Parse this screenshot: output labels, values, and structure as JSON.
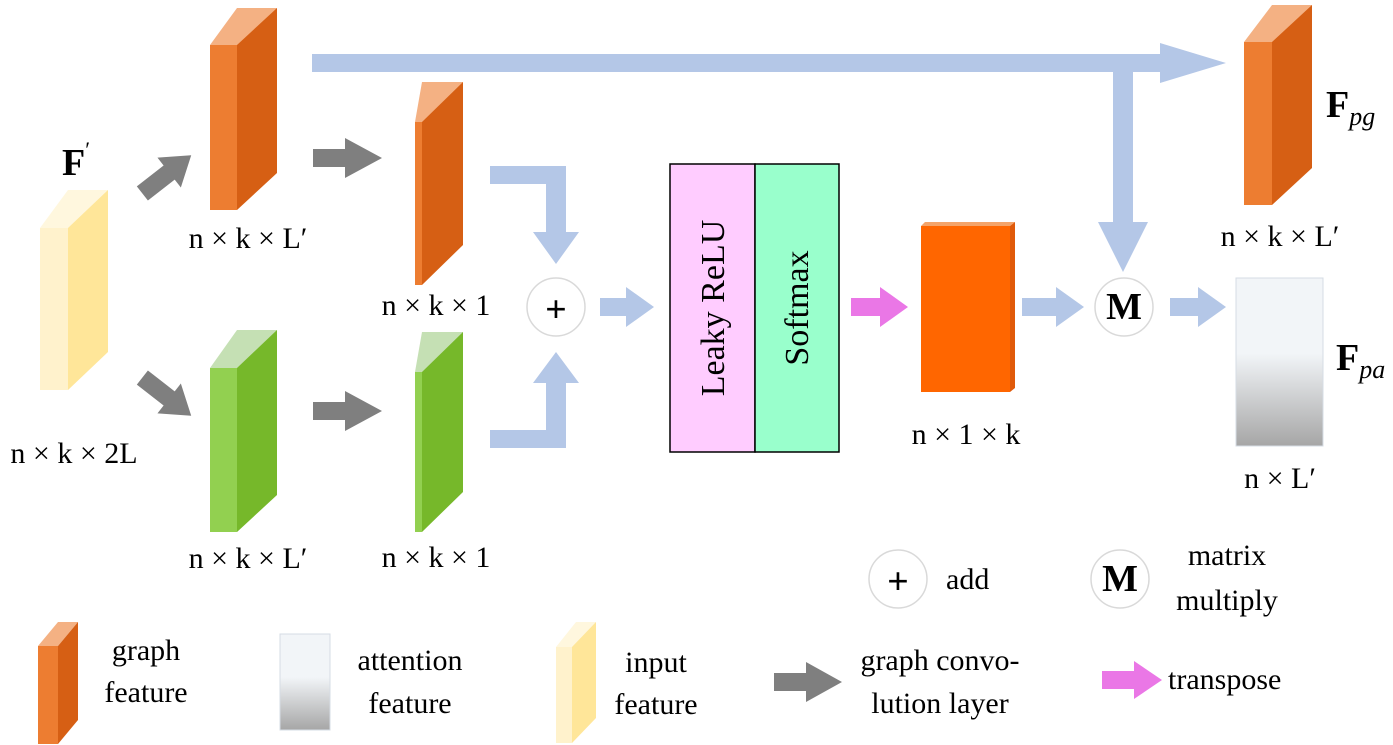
{
  "diagram": {
    "colors": {
      "graph_front": "#ED7D31",
      "graph_side": "#D65F14",
      "graph_top": "#F4B183",
      "green_front": "#92D050",
      "green_side": "#76B82A",
      "green_top": "#C5E0B4",
      "input_front": "#FFF2CC",
      "input_side": "#FFE699",
      "input_top": "#FFF7DE",
      "attn_top": "#F2F5F8",
      "attn_bottom": "#A6A6A6",
      "flow_arrow": "#B4C7E7",
      "gcn_arrow": "#7F7F7F",
      "transpose_arrow": "#EA77E6",
      "leaky_box": "#FFCCFF",
      "softmax_box": "#99FFCC",
      "output_block": "#FF6600"
    },
    "labels": {
      "f_prime": "F",
      "f_prime_mark": "′",
      "input_dim": "n × k × 2L",
      "top_graph_dim": "n × k × L′",
      "bottom_graph_dim": "n × k × L′",
      "top_small_dim": "n × k × 1",
      "bottom_small_dim": "n × k × 1",
      "leaky_relu": "Leaky ReLU",
      "softmax": "Softmax",
      "output_dim": "n × 1 × k",
      "fpg_main": "F",
      "fpg_sub": "pg",
      "fpg_dim": "n × k × L′",
      "fpa_main": "F",
      "fpa_sub": "pa",
      "fpa_dim": "n × L′",
      "add_symbol": "+",
      "matmul_symbol": "M"
    },
    "legend": {
      "add_symbol": "+",
      "add_label": "add",
      "matmul_symbol": "M",
      "matmul_line1": "matrix",
      "matmul_line2": "multiply",
      "graph_feature_line1": "graph",
      "graph_feature_line2": "feature",
      "attention_feature_line1": "attention",
      "attention_feature_line2": "feature",
      "input_feature_line1": "input",
      "input_feature_line2": "feature",
      "gcn_line1": "graph convo-",
      "gcn_line2": "lution layer",
      "transpose_label": "transpose"
    }
  }
}
